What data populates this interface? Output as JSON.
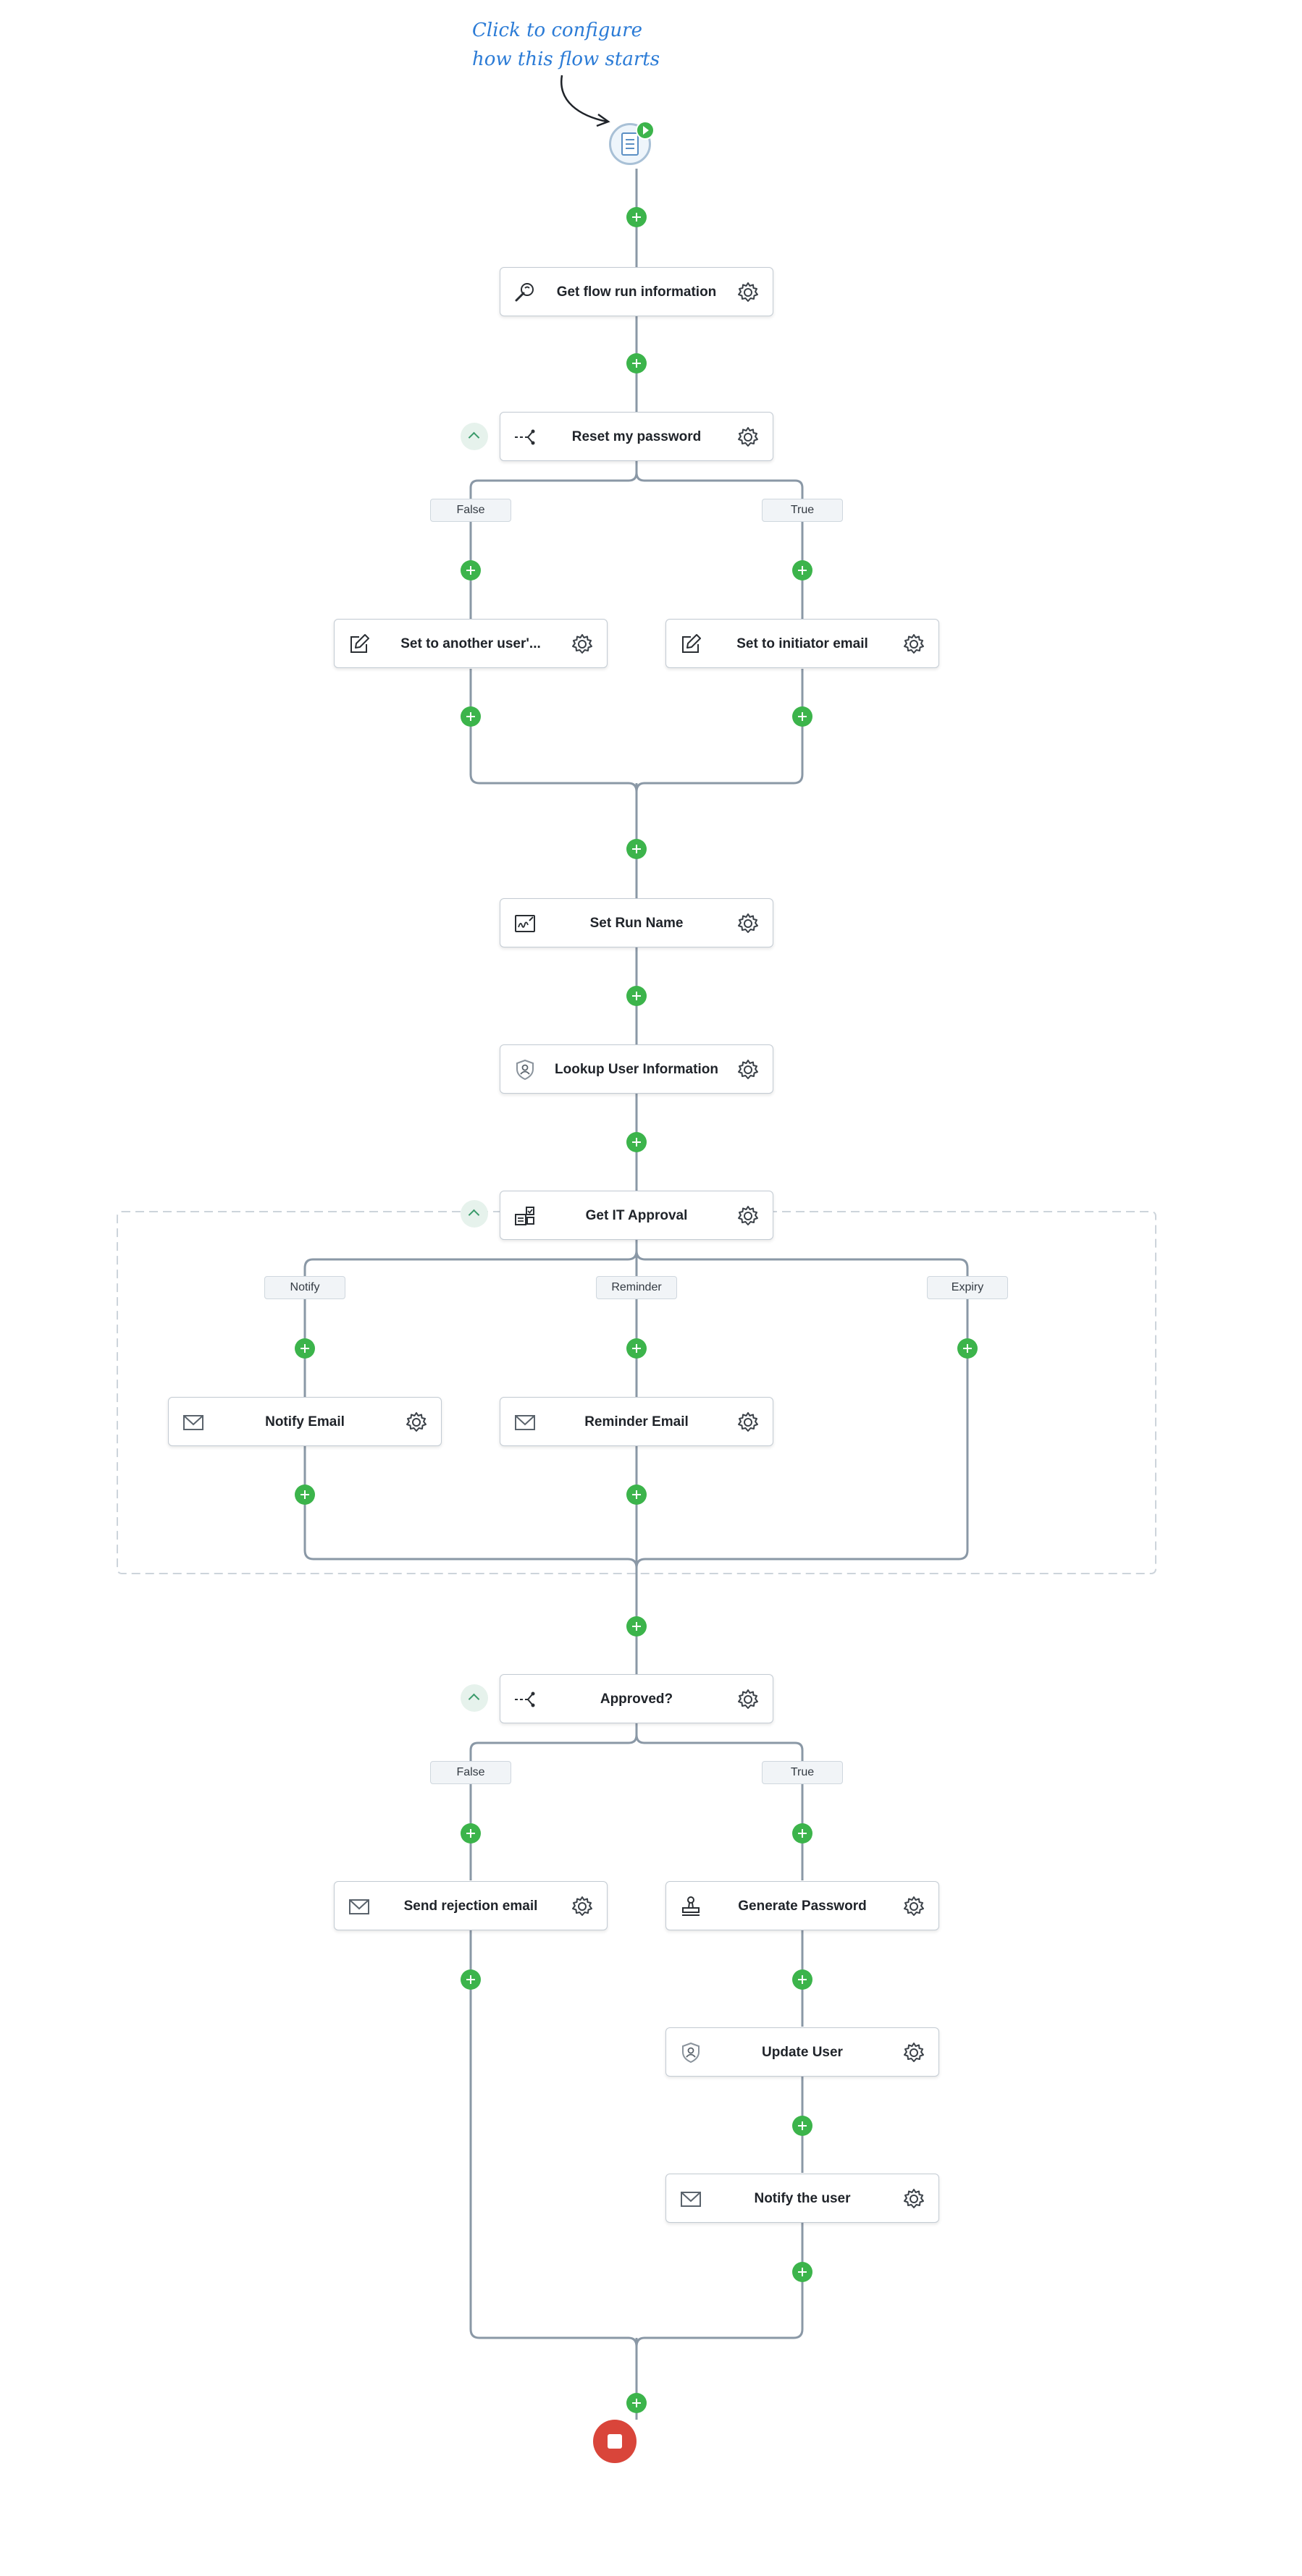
{
  "hint": {
    "line1": "Click  to configure",
    "line2": "how this flow starts"
  },
  "colors": {
    "add": "#3cb44b",
    "stop": "#d9453a",
    "connector": "#8a98a6",
    "hint": "#2b7bd6"
  },
  "steps": {
    "get_flow_run_information": {
      "label": "Get flow run information",
      "icon": "wrench-search-icon"
    },
    "reset_my_password": {
      "label": "Reset my password",
      "icon": "branch-icon"
    },
    "set_to_another_user": {
      "label": "Set to another user'...",
      "icon": "edit-icon"
    },
    "set_to_initiator_email": {
      "label": "Set to initiator email",
      "icon": "edit-icon"
    },
    "set_run_name": {
      "label": "Set Run Name",
      "icon": "signature-icon"
    },
    "lookup_user_information": {
      "label": "Lookup User Information",
      "icon": "shield-user-icon"
    },
    "get_it_approval": {
      "label": "Get IT Approval",
      "icon": "approval-icon"
    },
    "notify_email": {
      "label": "Notify Email",
      "icon": "mail-icon"
    },
    "reminder_email": {
      "label": "Reminder Email",
      "icon": "mail-icon"
    },
    "approved": {
      "label": "Approved?",
      "icon": "branch-icon"
    },
    "send_rejection_email": {
      "label": "Send rejection email",
      "icon": "mail-icon"
    },
    "generate_password": {
      "label": "Generate Password",
      "icon": "stamp-icon"
    },
    "update_user": {
      "label": "Update User",
      "icon": "shield-user-icon"
    },
    "notify_the_user": {
      "label": "Notify the user",
      "icon": "mail-icon"
    }
  },
  "branches": {
    "reset_false": "False",
    "reset_true": "True",
    "approval_notify": "Notify",
    "approval_reminder": "Reminder",
    "approval_expiry": "Expiry",
    "approved_false": "False",
    "approved_true": "True"
  }
}
